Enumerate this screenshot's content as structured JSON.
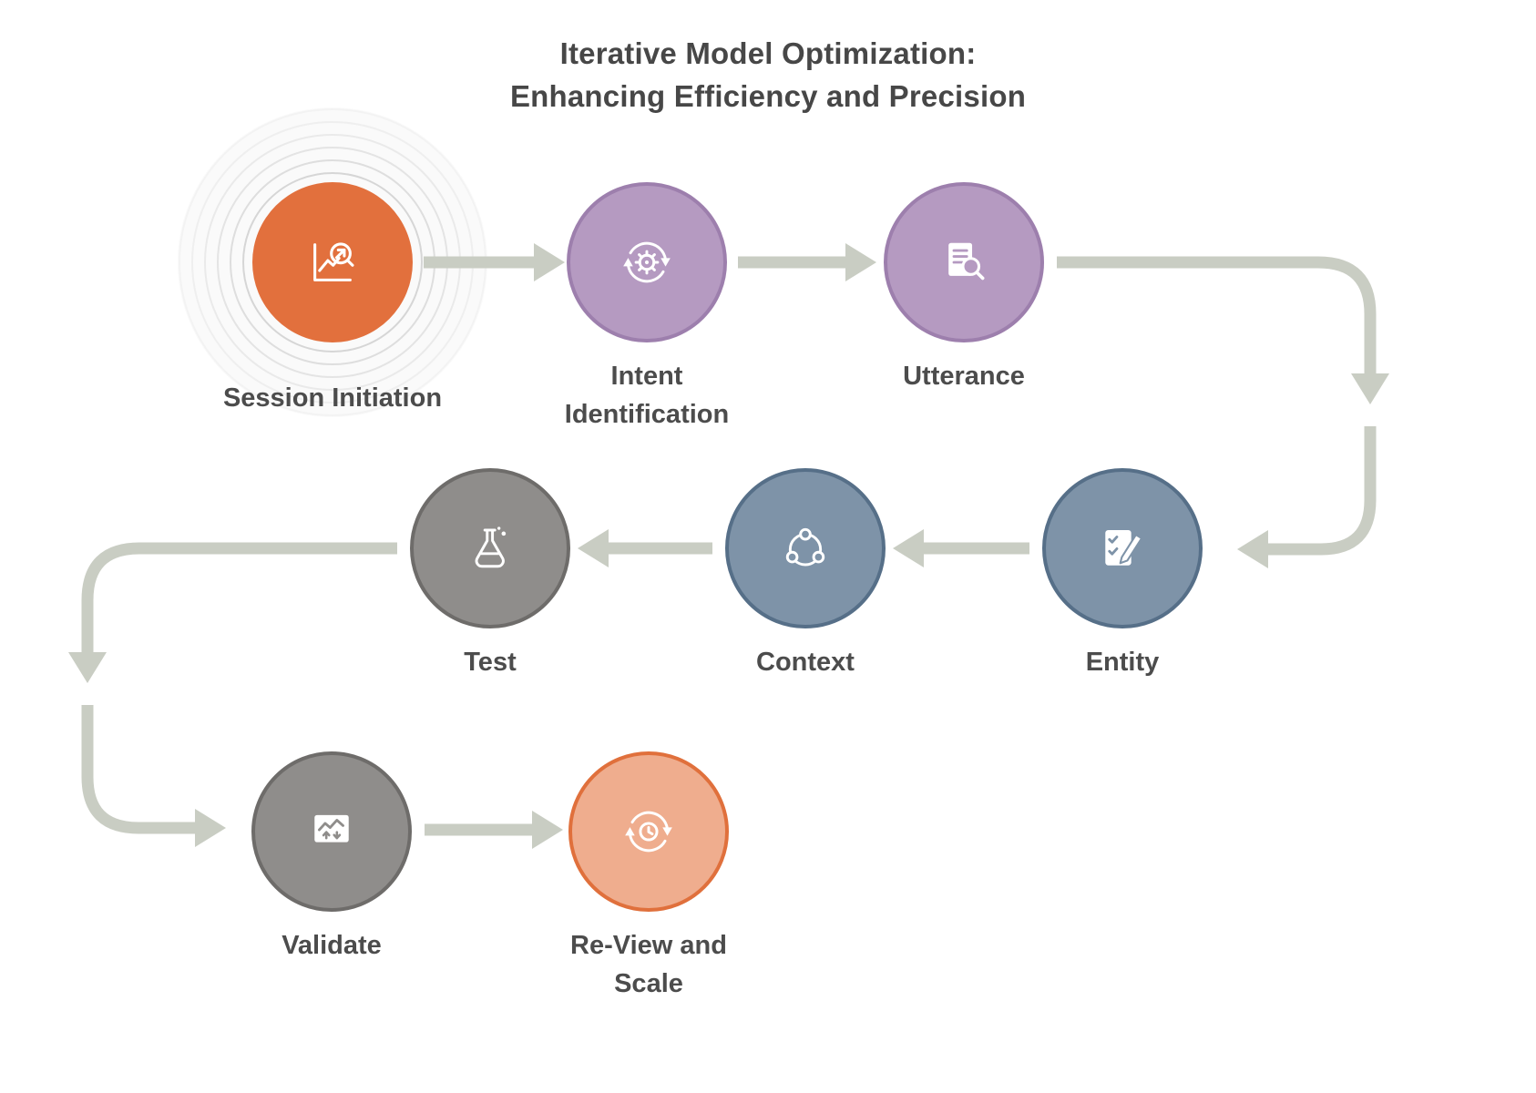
{
  "title": {
    "line1": "Iterative Model Optimization:",
    "line2": "Enhancing Efficiency and Precision"
  },
  "nodes": [
    {
      "label": "Session Initiation",
      "icon": "chart-magnifier-icon",
      "fill": "#e2703d",
      "border": "#e2703d"
    },
    {
      "label": "Intent Identification",
      "icon": "gear-cycle-icon",
      "fill": "#b59ac1",
      "border": "#9d7fad"
    },
    {
      "label": "Utterance",
      "icon": "document-search-icon",
      "fill": "#b59ac1",
      "border": "#9d7fad"
    },
    {
      "label": "Entity",
      "icon": "checklist-pen-icon",
      "fill": "#7e93a8",
      "border": "#566f88"
    },
    {
      "label": "Context",
      "icon": "share-network-icon",
      "fill": "#7e93a8",
      "border": "#566f88"
    },
    {
      "label": "Test",
      "icon": "flask-icon",
      "fill": "#8f8d8b",
      "border": "#6e6c6a"
    },
    {
      "label": "Validate",
      "icon": "chart-arrows-icon",
      "fill": "#8f8d8b",
      "border": "#6e6c6a"
    },
    {
      "label": "Re-View and Scale",
      "icon": "cycle-clock-icon",
      "fill": "#efad8e",
      "border": "#e0703c"
    }
  ],
  "palette": {
    "arrow": "#c9cdc3",
    "title_text": "#474747",
    "label_text": "#4c4c4c",
    "icon": "#ffffff",
    "ring": "#c9c9c9"
  }
}
